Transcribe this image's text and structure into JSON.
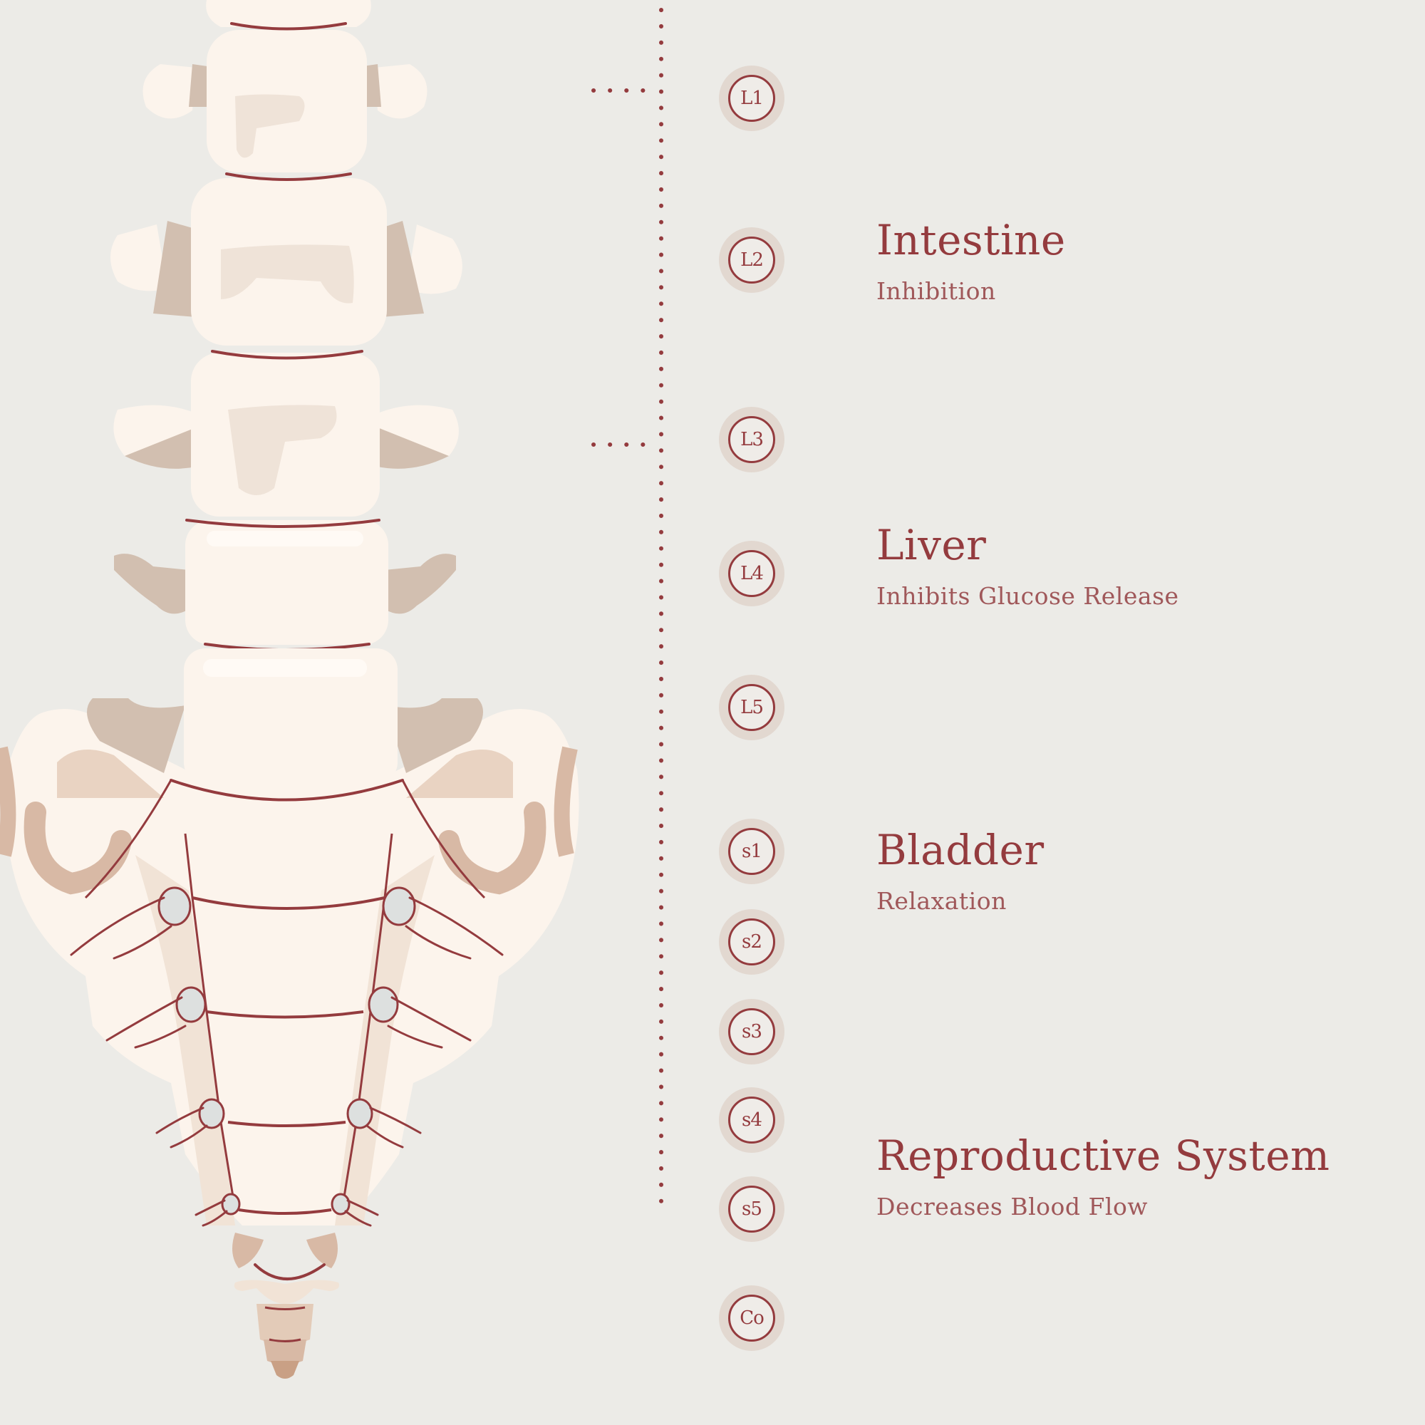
{
  "colors": {
    "background": "#ecebe7",
    "accent": "#943b3e",
    "subtitle": "#a0585a",
    "bone": "#fcf4ec",
    "bone_shadow": "#d2bfb0",
    "bone_mid": "#e3cbb8",
    "badge_halo": "#e2d8d0"
  },
  "vertebrae": [
    {
      "id": "L1",
      "label": "L1"
    },
    {
      "id": "L2",
      "label": "L2"
    },
    {
      "id": "L3",
      "label": "L3"
    },
    {
      "id": "L4",
      "label": "L4"
    },
    {
      "id": "L5",
      "label": "L5"
    },
    {
      "id": "S1",
      "label": "s1"
    },
    {
      "id": "S2",
      "label": "s2"
    },
    {
      "id": "S3",
      "label": "s3"
    },
    {
      "id": "S4",
      "label": "s4"
    },
    {
      "id": "S5",
      "label": "s5"
    },
    {
      "id": "Co",
      "label": "Co"
    }
  ],
  "organs": [
    {
      "title": "Intestine",
      "effect": "Inhibition"
    },
    {
      "title": "Liver",
      "effect": "Inhibits Glucose Release"
    },
    {
      "title": "Bladder",
      "effect": "Relaxation"
    },
    {
      "title": "Reproductive System",
      "effect": "Decreases Blood Flow"
    }
  ]
}
